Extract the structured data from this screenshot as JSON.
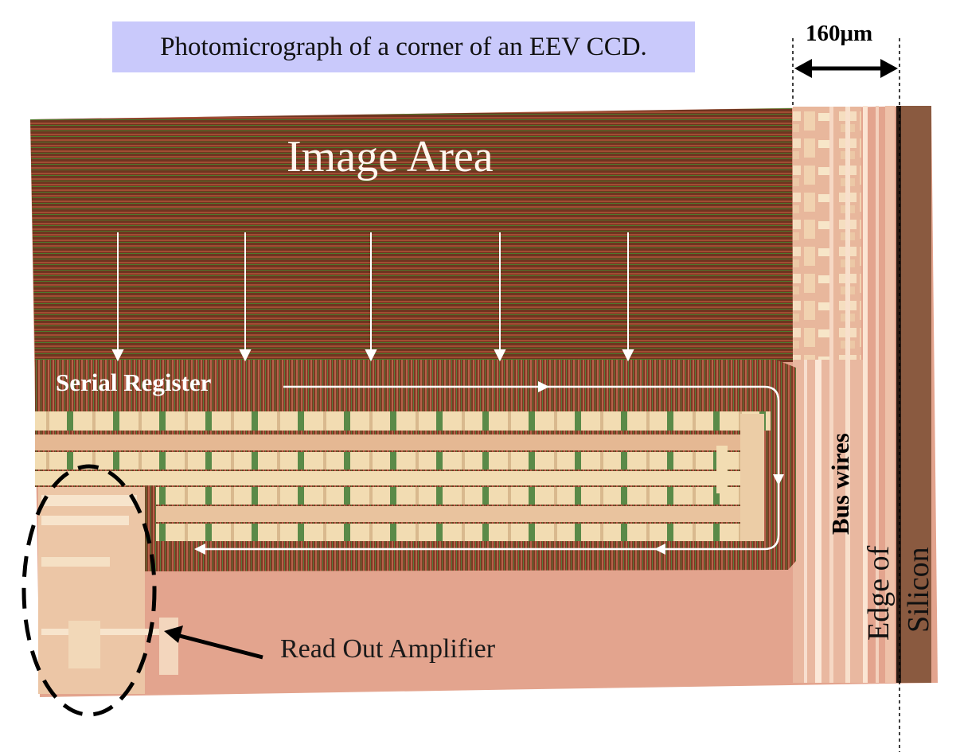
{
  "figure": {
    "caption": "Photomicrograph of a corner of an EEV CCD.",
    "scale_label": "160μm",
    "labels": {
      "image_area": "Image Area",
      "serial_register": "Serial Register",
      "bus_wires": "Bus wires",
      "edge_line1": "Edge of",
      "edge_line2": "Silicon",
      "read_out_amplifier": "Read Out Amplifier"
    }
  },
  "colors": {
    "caption_bg": "#c9c9fb",
    "image_area": "#7a3a22",
    "substrate": "#e3a48e",
    "register_metal": "#f2dcb2",
    "arrow": "#ffffff"
  }
}
